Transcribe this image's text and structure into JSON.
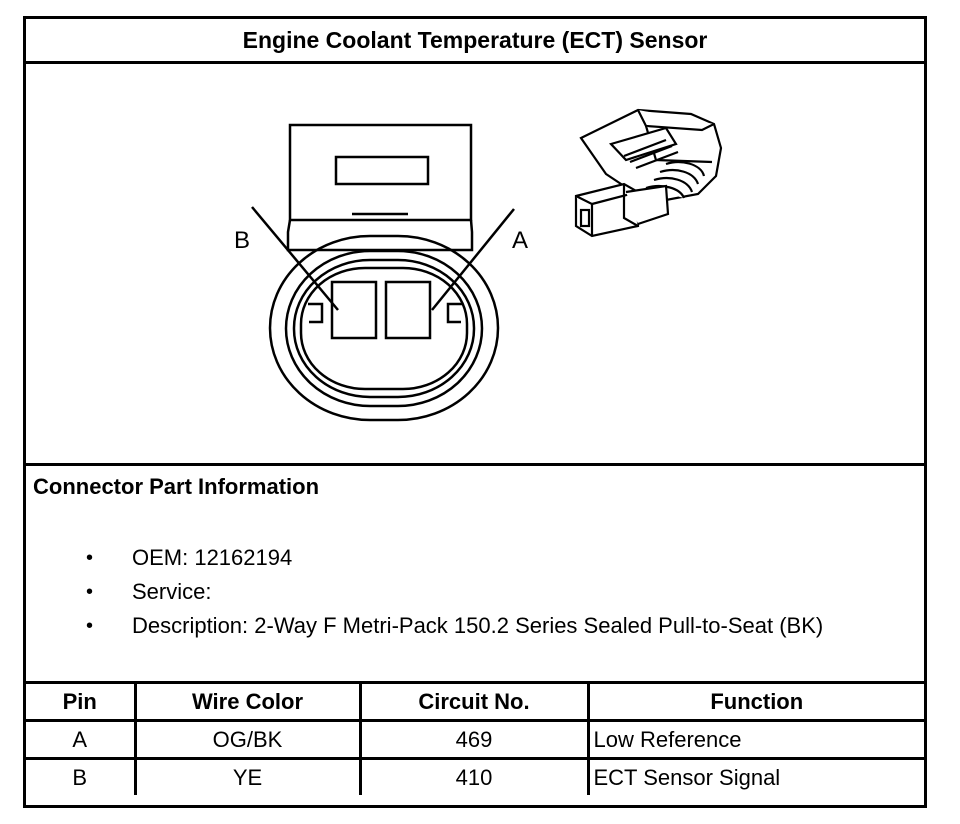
{
  "title": "Engine Coolant Temperature (ECT) Sensor",
  "figure": {
    "label_b": "B",
    "label_a": "A"
  },
  "info": {
    "heading": "Connector Part Information",
    "bullet_glyph": "•",
    "items": [
      "OEM: 12162194",
      "Service:",
      "Description: 2-Way F Metri-Pack 150.2 Series Sealed Pull-to-Seat (BK)"
    ]
  },
  "table": {
    "headers": [
      "Pin",
      "Wire Color",
      "Circuit No.",
      "Function"
    ],
    "rows": [
      [
        "A",
        "OG/BK",
        "469",
        "Low Reference"
      ],
      [
        "B",
        "YE",
        "410",
        "ECT Sensor Signal"
      ]
    ]
  }
}
